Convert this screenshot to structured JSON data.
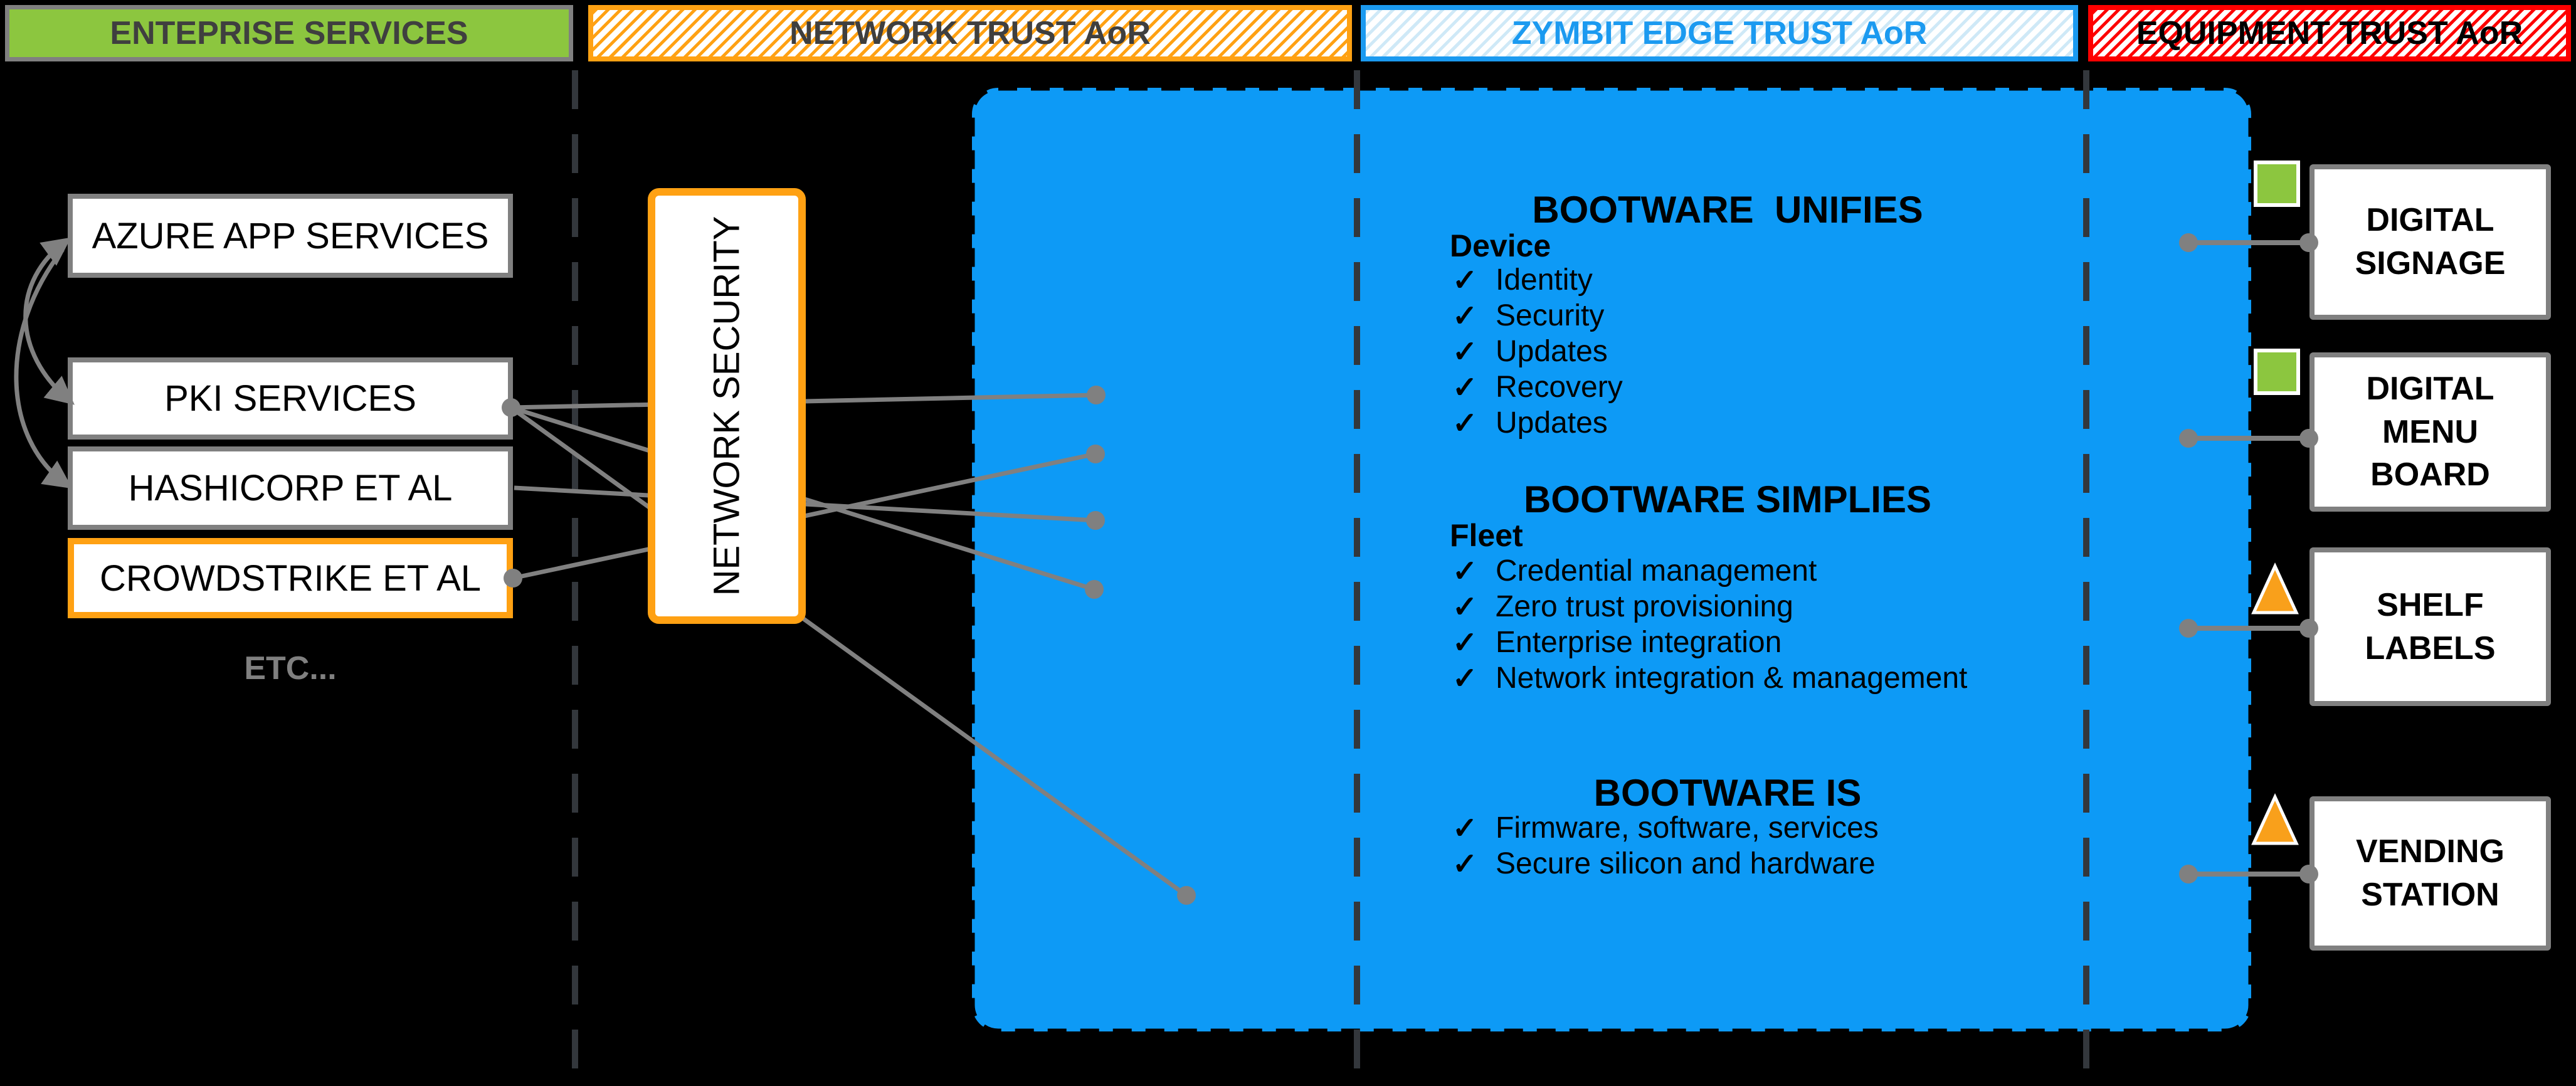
{
  "headers": [
    {
      "label": "ENTEPRISE SERVICES",
      "theme": "green"
    },
    {
      "label": "NETWORK TRUST AoR",
      "theme": "orange"
    },
    {
      "label": "ZYMBIT EDGE TRUST AoR",
      "theme": "zymbit-blue"
    },
    {
      "label": "EQUIPMENT TRUST AoR",
      "theme": "red"
    }
  ],
  "enterprise": {
    "boxes": [
      {
        "label": "AZURE APP SERVICES"
      },
      {
        "label": "PKI SERVICES"
      },
      {
        "label": "HASHICORP ET AL"
      },
      {
        "label": "CROWDSTRIKE ET AL"
      }
    ],
    "etc_label": "ETC..."
  },
  "network": {
    "security_box_label": "NETWORK SECURITY"
  },
  "bootware": {
    "check_glyph": "✓",
    "sections": [
      {
        "title": "BOOTWARE  UNIFIES",
        "subtitle": "Device",
        "items": [
          "Identity",
          "Security",
          "Updates",
          "Recovery",
          "Updates"
        ]
      },
      {
        "title": "BOOTWARE SIMPLIES",
        "subtitle": "Fleet",
        "items": [
          "Credential management",
          "Zero trust provisioning",
          "Enterprise integration",
          "Network integration & management"
        ]
      },
      {
        "title": "BOOTWARE IS",
        "subtitle": "",
        "items": [
          "Firmware, software, services",
          "Secure silicon and hardware"
        ]
      }
    ]
  },
  "equipment": {
    "boxes": [
      {
        "lines": [
          "DIGITAL",
          "SIGNAGE"
        ],
        "badge": "green-square"
      },
      {
        "lines": [
          "DIGITAL",
          "MENU",
          "BOARD"
        ],
        "badge": "green-square"
      },
      {
        "lines": [
          "SHELF",
          "LABELS"
        ],
        "badge": "orange-triangle"
      },
      {
        "lines": [
          "VENDING",
          "STATION"
        ],
        "badge": "orange-triangle"
      }
    ]
  },
  "colors": {
    "background": "#000000",
    "accent_blue": "#0D9AF6",
    "accent_green": "#8CC63F",
    "accent_orange": "#FFA113",
    "accent_orange_deep": "#F9A01B",
    "accent_red": "#FE0000",
    "zymbit_blue": "#1B9AF0",
    "gray": "#808080",
    "dark_text": "#3F3F3F",
    "separator": "#33373C"
  }
}
